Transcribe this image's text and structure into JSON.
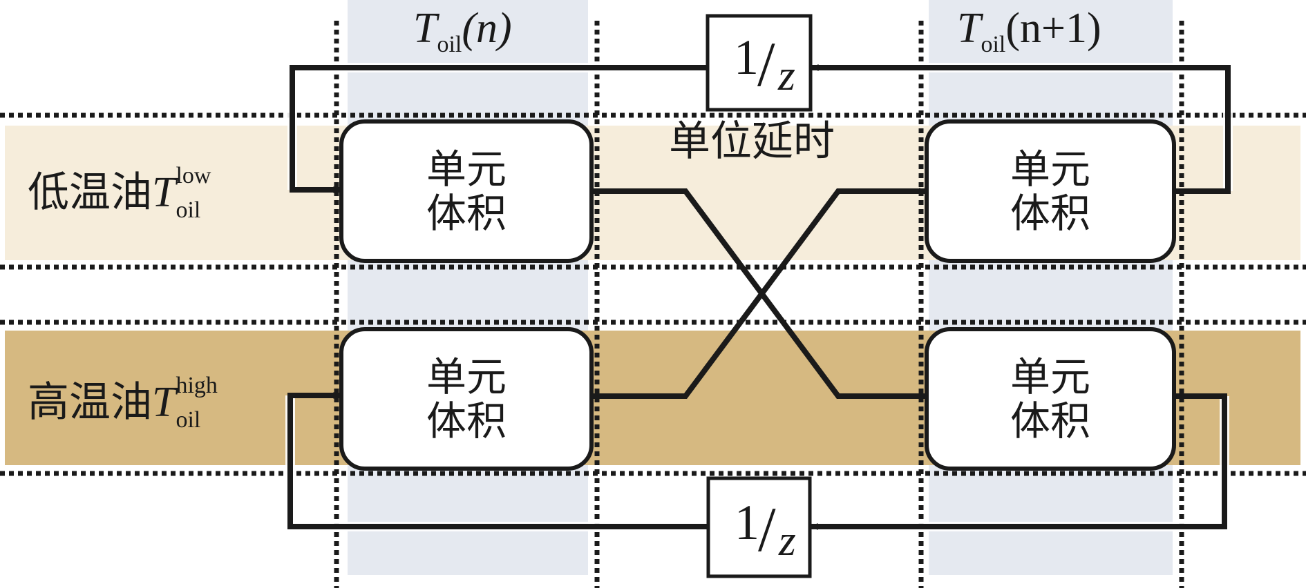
{
  "diagram": {
    "title_left_column": {
      "symbol": "T",
      "subscript": "oil",
      "arg": "(n)"
    },
    "title_right_column": {
      "symbol": "T",
      "subscript": "oil",
      "arg": "(n+1)"
    },
    "rows": [
      {
        "label_cjk": "低温油",
        "symbol": "T",
        "superscript": "low",
        "subscript": "oil"
      },
      {
        "label_cjk": "高温油",
        "symbol": "T",
        "superscript": "high",
        "subscript": "oil"
      }
    ],
    "unit_volume": {
      "line1": "单元",
      "line2": "体积"
    },
    "delay_label": "单位延时",
    "delay_block": {
      "numerator": "1",
      "slash": "/",
      "denominator": "z"
    },
    "colors": {
      "low_oil_band": "#f6eddb",
      "high_oil_band": "#d6b981",
      "time_column": "#e5e9f0",
      "stroke": "#1a1a1a"
    }
  }
}
